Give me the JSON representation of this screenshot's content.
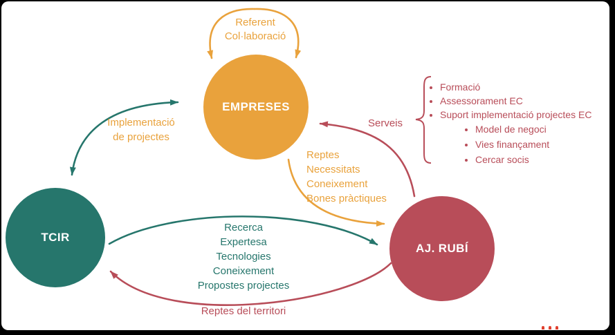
{
  "colors": {
    "orange": "#E9A23C",
    "teal": "#26766C",
    "red": "#B84D59"
  },
  "nodes": {
    "empreses": "EMPRESES",
    "tcir": "TCIR",
    "aj_rubi": "AJ. RUBÍ"
  },
  "labels": {
    "referent": [
      "Referent",
      "Col·laboració"
    ],
    "implementacio": [
      "Implementació",
      "de projectes"
    ],
    "serveis": "Serveis",
    "reptes_flow": [
      "Reptes",
      "Necessitats",
      "Coneixement",
      "Bones pràctiques"
    ],
    "recerca_flow": [
      "Recerca",
      "Expertesa",
      "Tecnologies",
      "Coneixement",
      "Propostes projectes"
    ],
    "territori": "Reptes del territori"
  },
  "services_list": {
    "items": [
      "Formació",
      "Assessorament EC",
      "Suport implementació projectes EC"
    ],
    "sub_items": [
      "Model de negoci",
      "Vies finançament",
      "Cercar socis"
    ]
  }
}
